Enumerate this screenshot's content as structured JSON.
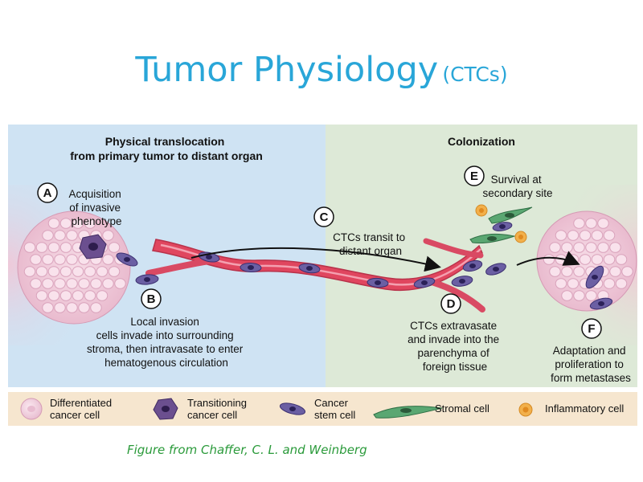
{
  "title": {
    "main": "Tumor Physiology",
    "sub": "(CTCs)"
  },
  "panels": {
    "left_header": [
      "Physical translocation",
      "from primary tumor to distant organ"
    ],
    "right_header": "Colonization"
  },
  "steps": [
    {
      "letter": "A",
      "lines": [
        "Acquisition",
        "of invasive",
        "phenotype"
      ]
    },
    {
      "letter": "B",
      "lines": [
        "Local invasion",
        "cells invade into surrounding",
        "stroma, then intravasate to enter",
        "hematogenous circulation"
      ]
    },
    {
      "letter": "C",
      "lines": [
        "CTCs transit to",
        "distant organ"
      ]
    },
    {
      "letter": "D",
      "lines": [
        "CTCs extravasate",
        "and invade into the",
        "parenchyma of",
        "foreign tissue"
      ]
    },
    {
      "letter": "E",
      "lines": [
        "Survival at",
        "secondary site"
      ]
    },
    {
      "letter": "F",
      "lines": [
        "Adaptation and",
        "proliferation to",
        "form metastases"
      ]
    }
  ],
  "legend": [
    {
      "lines": [
        "Differentiated",
        "cancer cell"
      ]
    },
    {
      "lines": [
        "Transitioning",
        "cancer cell"
      ]
    },
    {
      "lines": [
        "Cancer",
        "stem cell"
      ]
    },
    {
      "lines": [
        "Stromal cell"
      ]
    },
    {
      "lines": [
        "Inflammatory cell"
      ]
    }
  ],
  "caption": "Figure from Chaffer, C. L. and Weinberg",
  "colors": {
    "title": "#29a6d8",
    "left_panel": "#cfe3f3",
    "right_panel": "#dde9d7",
    "legend_bg": "#f6e6cf",
    "vessel": "#e0465f",
    "caption": "#2a9a3a"
  }
}
